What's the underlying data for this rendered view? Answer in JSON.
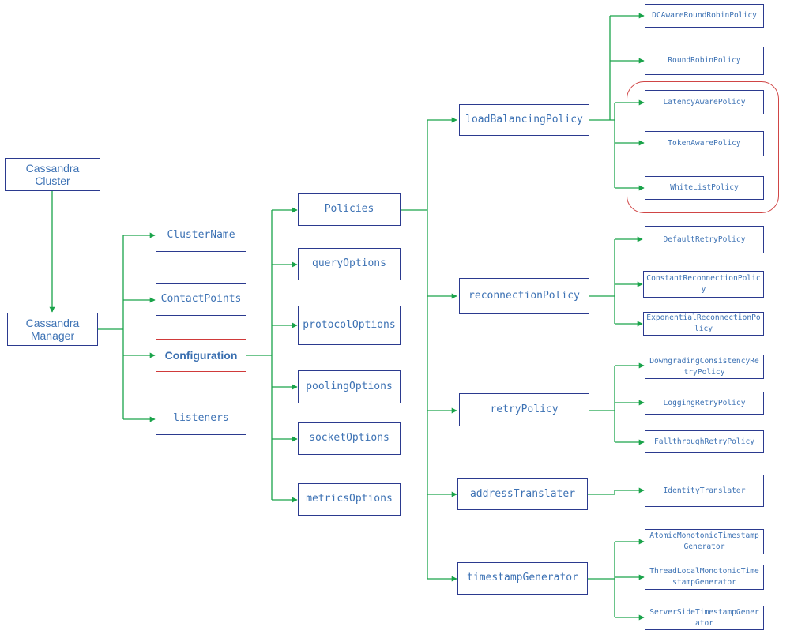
{
  "colors": {
    "connector": "#1aa34a",
    "box_border": "#2b3a8f",
    "text": "#3d72b4",
    "highlight_border": "#d03a3a",
    "group_ring": "#d04545"
  },
  "nodes": {
    "cassandra_cluster": "Cassandra\nCluster",
    "cassandra_manager": "Cassandra\nManager",
    "cluster_name": "ClusterName",
    "contact_points": "ContactPoints",
    "configuration": "Configuration",
    "listeners": "listeners",
    "policies": "Policies",
    "query_options": "queryOptions",
    "protocol_options": "protocolOptions",
    "pooling_options": "poolingOptions",
    "socket_options": "socketOptions",
    "metrics_options": "metricsOptions",
    "load_balancing_policy": "loadBalancingPolicy",
    "reconnection_policy": "reconnectionPolicy",
    "retry_policy": "retryPolicy",
    "address_translater": "addressTranslater",
    "timestamp_generator": "timestampGenerator",
    "dc_aware_round_robin_policy": "DCAwareRoundRobinPolicy",
    "round_robin_policy": "RoundRobinPolicy",
    "latency_aware_policy": "LatencyAwarePolicy",
    "token_aware_policy": "TokenAwarePolicy",
    "white_list_policy": "WhiteListPolicy",
    "default_retry_policy": "DefaultRetryPolicy",
    "constant_reconnection_policy": "ConstantReconnectionPolicy",
    "exponential_reconnection_policy": "ExponentialReconnectionPolicy",
    "downgrading_consistency_retry_policy": "DowngradingConsistencyRetryPolicy",
    "logging_retry_policy": "LoggingRetryPolicy",
    "fallthrough_retry_policy": "FallthroughRetryPolicy",
    "identity_translater": "IdentityTranslater",
    "atomic_monotonic_timestamp_generator": "AtomicMonotonicTimestampGenerator",
    "thread_local_monotonic_timestamp_generator": "ThreadLocalMonotonicTimestampGenerator",
    "server_side_timestamp_generator": "ServerSideTimestampGenerator"
  }
}
